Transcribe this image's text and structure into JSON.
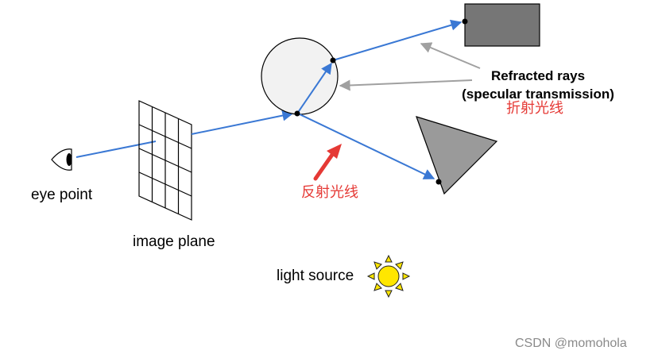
{
  "labels": {
    "eye_point": "eye point",
    "image_plane": "image plane",
    "light_source": "light source",
    "refracted_rays_line1": "Refracted rays",
    "refracted_rays_line2": "(specular transmission)",
    "refraction_cn": "折射光线",
    "reflection_cn": "反射光线",
    "watermark": "CSDN @momohola"
  },
  "icons": {
    "eye": "eye-icon",
    "sun": "sun-icon"
  },
  "colors": {
    "ray": "#3a78d4",
    "annotation_gray": "#a0a0a0",
    "annotation_red": "#e53935",
    "rectangle_fill": "#767676",
    "triangle_fill": "#9a9a9a",
    "sphere_fill": "#f2f2f2",
    "sun_fill": "#ffe600"
  }
}
